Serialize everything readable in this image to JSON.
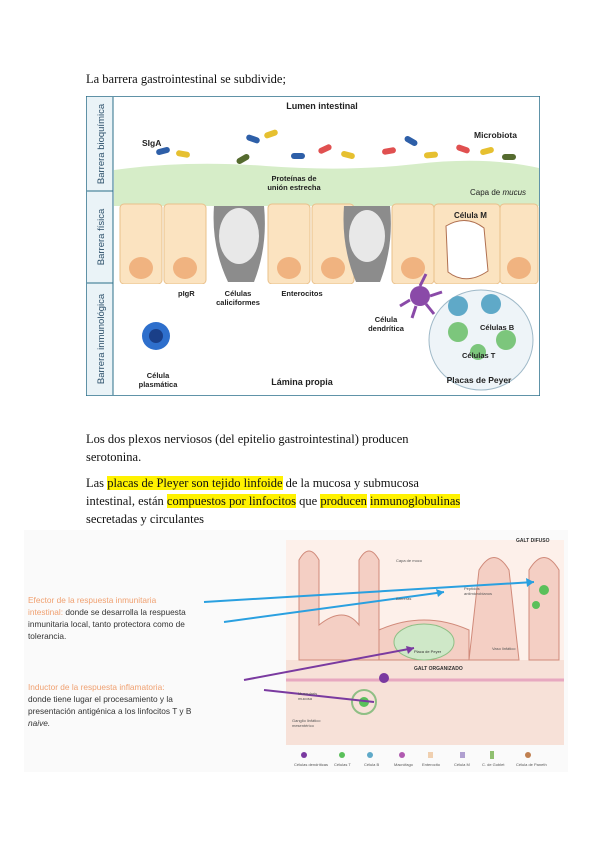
{
  "intro": "La barrera gastrointestinal se subdivide;",
  "figure1": {
    "lumen": "Lumen intestinal",
    "barrier_biochem": "Barrera bioquímica",
    "barrier_physical": "Barrera física",
    "barrier_immuno": "Barrera inmunológica",
    "siga": "SIgA",
    "proteins_line1": "Proteínas de",
    "proteins_line2": "unión estrecha",
    "microbiota": "Microbiota",
    "mucus_prefix": "Capa de ",
    "mucus_word": "mucus",
    "cell_m": "Célula M",
    "pigr": "pIgR",
    "goblet_line1": "Células",
    "goblet_line2": "caliciformes",
    "enterocytes": "Enterocitos",
    "dendritic_line1": "Célula",
    "dendritic_line2": "dendrítica",
    "b_cells": "Células B",
    "t_cells": "Células T",
    "plasma_line1": "Célula",
    "plasma_line2": "plasmática",
    "lamina": "Lámina propia",
    "peyer": "Placas de Peyer"
  },
  "para1": {
    "line1": "Los dos plexos nerviosos (del epitelio gastrointestinal) producen",
    "line2": "serotonina."
  },
  "para2": {
    "t1": "Las ",
    "h1": "placas de Pleyer son tejido linfoide",
    "t2": " de la mucosa y submucosa",
    "t3": "intestinal, están ",
    "h2": "compuestos por linfocitos",
    "t4": " que ",
    "h3": "producen",
    "t5": " ",
    "h4": "inmunoglobulinas",
    "t6": "secretadas y circulantes"
  },
  "figure2": {
    "effector_title_1": "Efector de la respuesta inmunitaria",
    "effector_title_2": "intestinal:",
    "effector_body_1": " donde se desarrolla la respuesta",
    "effector_body_2": "inmunitaria local, tanto protectora como de",
    "effector_body_3": "tolerancia.",
    "inductor_title": "Inductor de la respuesta inflamatoria:",
    "inductor_body_1": "donde tiene lugar el procesamiento y la",
    "inductor_body_2": "presentación antigénica a los linfocitos T y B",
    "inductor_body_3": "naive.",
    "galt_difuso": "GALT DIFUSO",
    "galt_org": "GALT ORGANIZADO",
    "capa_moco": "Capa de moco",
    "barreras": "Barreras",
    "peptidos_1": "Péptidos",
    "peptidos_2": "antimicrobianos",
    "placa_peyer": "Placa de Peyer",
    "vaso": "Vaso linfático",
    "muscularis_1": "Muscularis",
    "muscularis_2": "mucosa",
    "ganglio_1": "Ganglio linfático",
    "ganglio_2": "mesentérico",
    "legend": [
      "Células dendríticas",
      "Células T",
      "Célula B",
      "Macrófago",
      "Enterocito",
      "Célula M",
      "C. de Goblet",
      "Célula de Paneth"
    ],
    "colors": {
      "orange": "#f0a070",
      "arrow": "#2aa0e0",
      "purple": "#7a3aa0",
      "green": "#5ac05a"
    }
  }
}
